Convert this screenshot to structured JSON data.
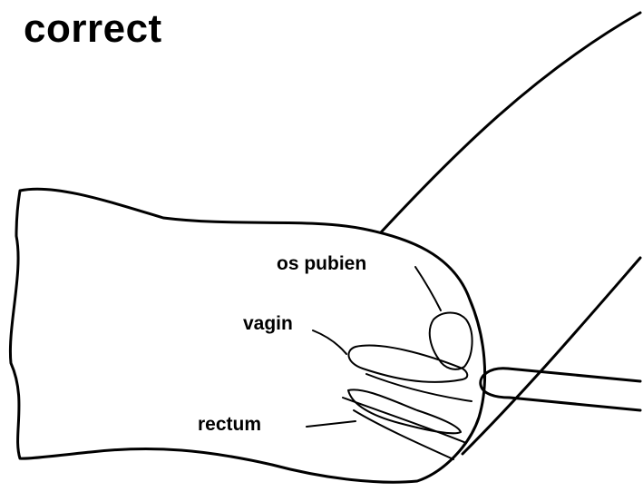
{
  "title": "correct",
  "labels": {
    "os_pubien": "os pubien",
    "vagin": "vagin",
    "rectum": "rectum"
  },
  "colors": {
    "ink": "#000000",
    "background": "#ffffff"
  }
}
